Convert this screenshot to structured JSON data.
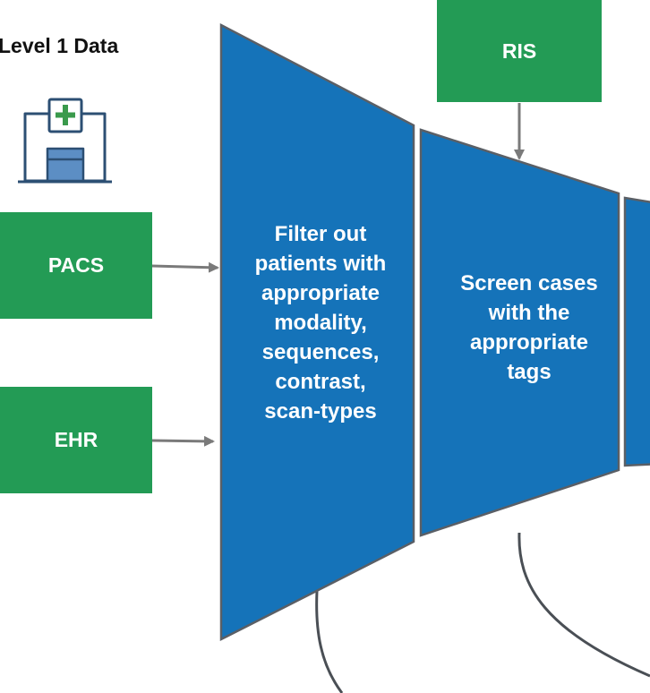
{
  "title": "Level 1 Data",
  "sources": {
    "pacs": "PACS",
    "ehr": "EHR",
    "ris": "RIS"
  },
  "stages": [
    {
      "label": "Filter out patients with appropriate modality, sequences, contrast, scan-types"
    },
    {
      "label": "Screen cases with the appropriate tags"
    }
  ],
  "icons": {
    "hospital": "hospital-icon"
  },
  "colors": {
    "source_green": "#239b55",
    "funnel_blue": "#1573b9",
    "funnel_stroke": "#5a5f66",
    "arrow_gray": "#7a7a7a",
    "icon_navy": "#2c4f73",
    "icon_cross": "#3a9a4c",
    "icon_door": "#5c8ec4"
  }
}
